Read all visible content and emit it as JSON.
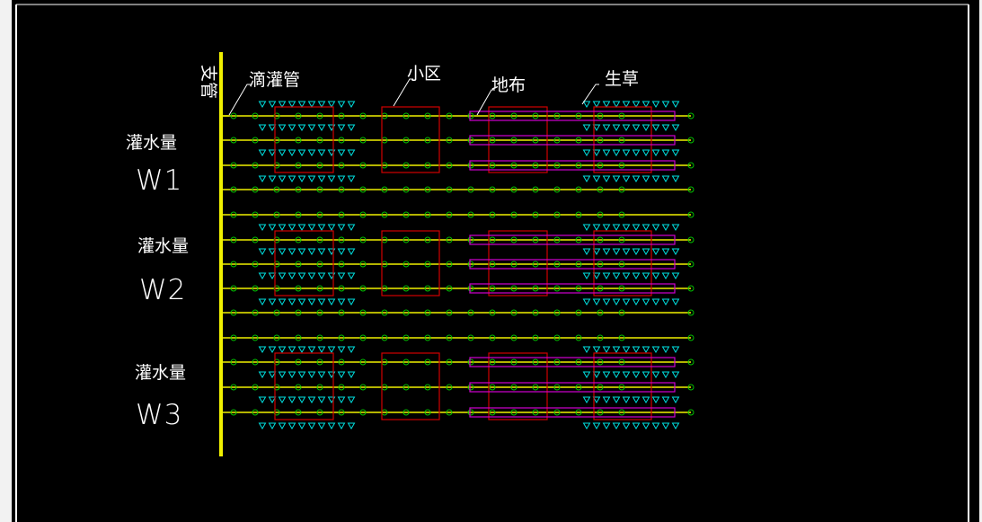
{
  "labels": {
    "branch_pipe": "支管",
    "drip_pipe": "滴灌管",
    "plot": "小区",
    "ground_cloth": "地布",
    "grass": "生草"
  },
  "groups": [
    {
      "label": "灌水量",
      "code": "W1"
    },
    {
      "label": "灌水量",
      "code": "W2"
    },
    {
      "label": "灌水量",
      "code": "W3"
    }
  ],
  "colors": {
    "background": "#000000",
    "pipe": "#f0f000",
    "emitter": "#00c000",
    "plot_box": "#d00000",
    "cloth_box": "#d000d0",
    "grass_symbol": "#00e0e0",
    "text": "#ffffff"
  },
  "symbols": {
    "emitter": "emitter-circle-icon",
    "grass": "grass-triangle-icon"
  }
}
